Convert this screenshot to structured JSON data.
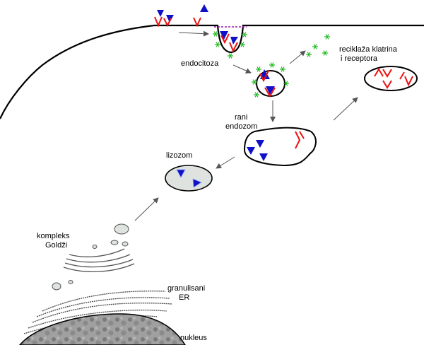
{
  "labels": {
    "endocytosis": "endocitoza",
    "recycling_line1": "reciklaža klatrina",
    "recycling_line2": "i receptora",
    "early_endosome_line1": "rani",
    "early_endosome_line2": "endozom",
    "lysosome": "lizozom",
    "golgi_line1": "kompleks",
    "golgi_line2": "Goldži",
    "er_line1": "granulisani",
    "er_line2": "ER",
    "nucleus": "nukleus"
  },
  "colors": {
    "ligand": "#1010c8",
    "receptor": "#ee1010",
    "clathrin": "#22bb22",
    "organelle_fill": "#dfe3df",
    "nucleus_fill": "#9a9a9a",
    "outline": "#000000"
  }
}
